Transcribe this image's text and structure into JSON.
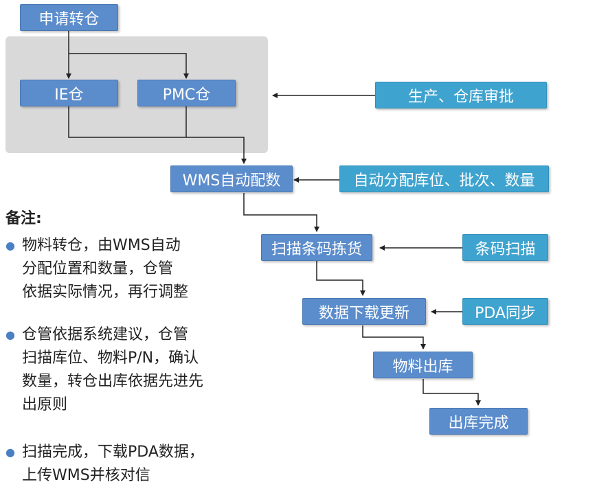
{
  "flow": {
    "apply_transfer": "申请转仓",
    "ie_warehouse": "IE仓",
    "pmc_warehouse": "PMC仓",
    "production_approval": "生产、仓库审批",
    "wms_auto_allocate": "WMS自动配数",
    "auto_allocate_detail": "自动分配库位、批次、数量",
    "scan_pick": "扫描条码拣货",
    "barcode_scan": "条码扫描",
    "data_update": "数据下载更新",
    "pda_sync": "PDA同步",
    "material_outbound": "物料出库",
    "outbound_done": "出库完成"
  },
  "notes": {
    "title": "备注:",
    "items": [
      {
        "lines": [
          "物料转仓，由WMS自动",
          "分配位置和数量，仓管",
          "依据实际情况，再行调整"
        ]
      },
      {
        "lines": [
          "仓管依据系统建议，仓管",
          "扫描库位、物料P/N，确认",
          "数量，转仓出库依据先进先",
          "出原则"
        ]
      },
      {
        "lines": [
          "扫描完成，下载PDA数据，",
          "上传WMS并核对信"
        ]
      }
    ]
  },
  "colors": {
    "main_box": "#5b8ccb",
    "side_box": "#3fa3cf",
    "group_background": "#d9d9d9",
    "bullet": "#4a7fc4"
  }
}
